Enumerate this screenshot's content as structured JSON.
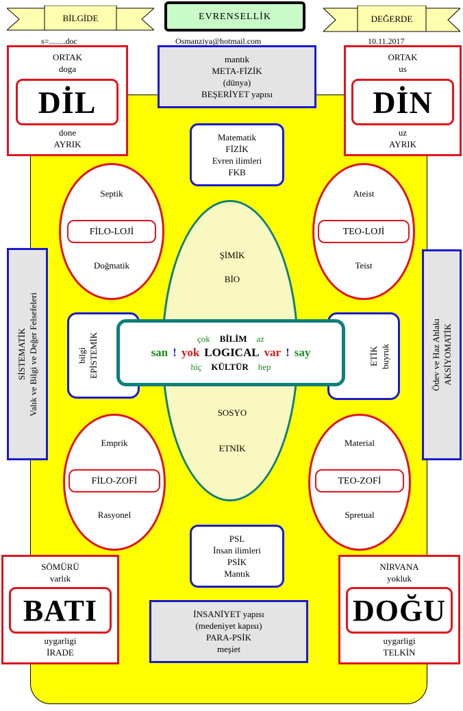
{
  "header": {
    "left_banner": "BİLGİDE",
    "center_title": "EVRENSELLİK",
    "right_banner": "DEĞERDE",
    "file_name": "s=........doc",
    "email": "Osmanziya@hotmail.com",
    "date": "10.11.2017"
  },
  "colors": {
    "board": "#ffff00",
    "red": "#e0141c",
    "blue": "#1a1acf",
    "teal": "#0e7f7a",
    "gray_box": "#e4e4e4",
    "center_oval": "#f8f8c0"
  },
  "corners": {
    "top_left": {
      "top1": "ORTAK",
      "top2": "doga",
      "word": "DİL",
      "bottom1": "done",
      "bottom2": "AYRIK"
    },
    "top_right": {
      "top1": "ORTAK",
      "top2": "us",
      "word": "DİN",
      "bottom1": "uz",
      "bottom2": "AYRIK"
    },
    "bottom_left": {
      "top1": "SÖMÜRÜ",
      "top2": "varlık",
      "word": "BATI",
      "bottom1": "uygarligi",
      "bottom2": "İRADE"
    },
    "bottom_right": {
      "top1": "NİRVANA",
      "top2": "yokluk",
      "word": "DOĞU",
      "bottom1": "uygarligi",
      "bottom2": "TELKİN"
    }
  },
  "top_box": {
    "l1": "mantık",
    "l2": "META-FİZİK",
    "l3": "(dünya)",
    "l4": "BEŞERİYET yapısı"
  },
  "bottom_box": {
    "l1": "İNSANİYET yapısı",
    "l2": "(medeniyet kapısı)",
    "l3": "PARA-PSİK",
    "l4": "meşiet"
  },
  "upper_mid_box": {
    "l1": "Matematik",
    "l2": "FİZİK",
    "l3": "Evren ilimleri",
    "l4": "FKB"
  },
  "lower_mid_box": {
    "l1": "PSL",
    "l2": "İnsan ilimleri",
    "l3": "PSİK",
    "l4": "Mantık"
  },
  "ovals": {
    "top_left": {
      "top": "Septik",
      "label": "FİLO-LOJİ",
      "bottom": "Doğmatik"
    },
    "top_right": {
      "top": "Ateist",
      "label": "TEO-LOJİ",
      "bottom": "Teist"
    },
    "bottom_left": {
      "top": "Emprik",
      "label": "FİLO-ZOFİ",
      "bottom": "Rasyonel"
    },
    "bottom_right": {
      "top": "Material",
      "label": "TEO-ZOFİ",
      "bottom": "Spretual"
    }
  },
  "center_oval": {
    "top1": "ŞİMİK",
    "top2": "BİO",
    "bottom1": "SOSYO",
    "bottom2": "ETNİK"
  },
  "side_left": {
    "line1": "SİSTEMATİK",
    "line2": "Valık ve Bilgi ve Değer Felsefeleri"
  },
  "side_right": {
    "line1": "Ödev ve Haz Ahlakı",
    "line2": "AKSİYOMATİK"
  },
  "mid_left": {
    "line1": "bilgi",
    "line2": "EPİSTEMİK"
  },
  "mid_right": {
    "line1": "ETİK",
    "line2": "buyruk"
  },
  "center_box": {
    "row1": {
      "left": "çok",
      "word": "BİLİM",
      "right": "az"
    },
    "row2": {
      "a": "san",
      "b": "!",
      "c": "yok",
      "d": "LOGICAL",
      "e": "var",
      "f": "!",
      "g": "say"
    },
    "row3": {
      "left": "hiç",
      "word": "KÜLTÜR",
      "right": "hep"
    }
  }
}
